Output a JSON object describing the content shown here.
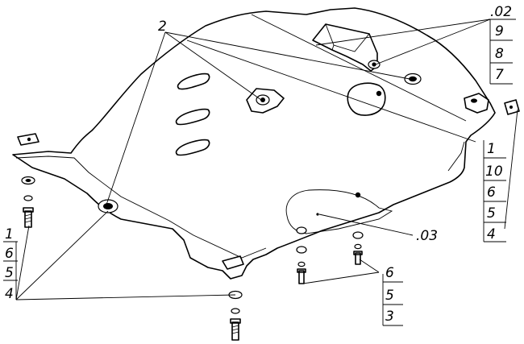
{
  "callouts": {
    "top_center": "2",
    "top_right_ref": ".02",
    "stack_top_right": [
      "9",
      "8",
      "7"
    ],
    "stack_right": [
      "1",
      "10",
      "6",
      "5",
      "4"
    ],
    "bottom_right_ref": ".03",
    "stack_left": [
      "1",
      "6",
      "5",
      "4"
    ],
    "stack_bottom_center": [
      "6",
      "5",
      "3"
    ]
  }
}
